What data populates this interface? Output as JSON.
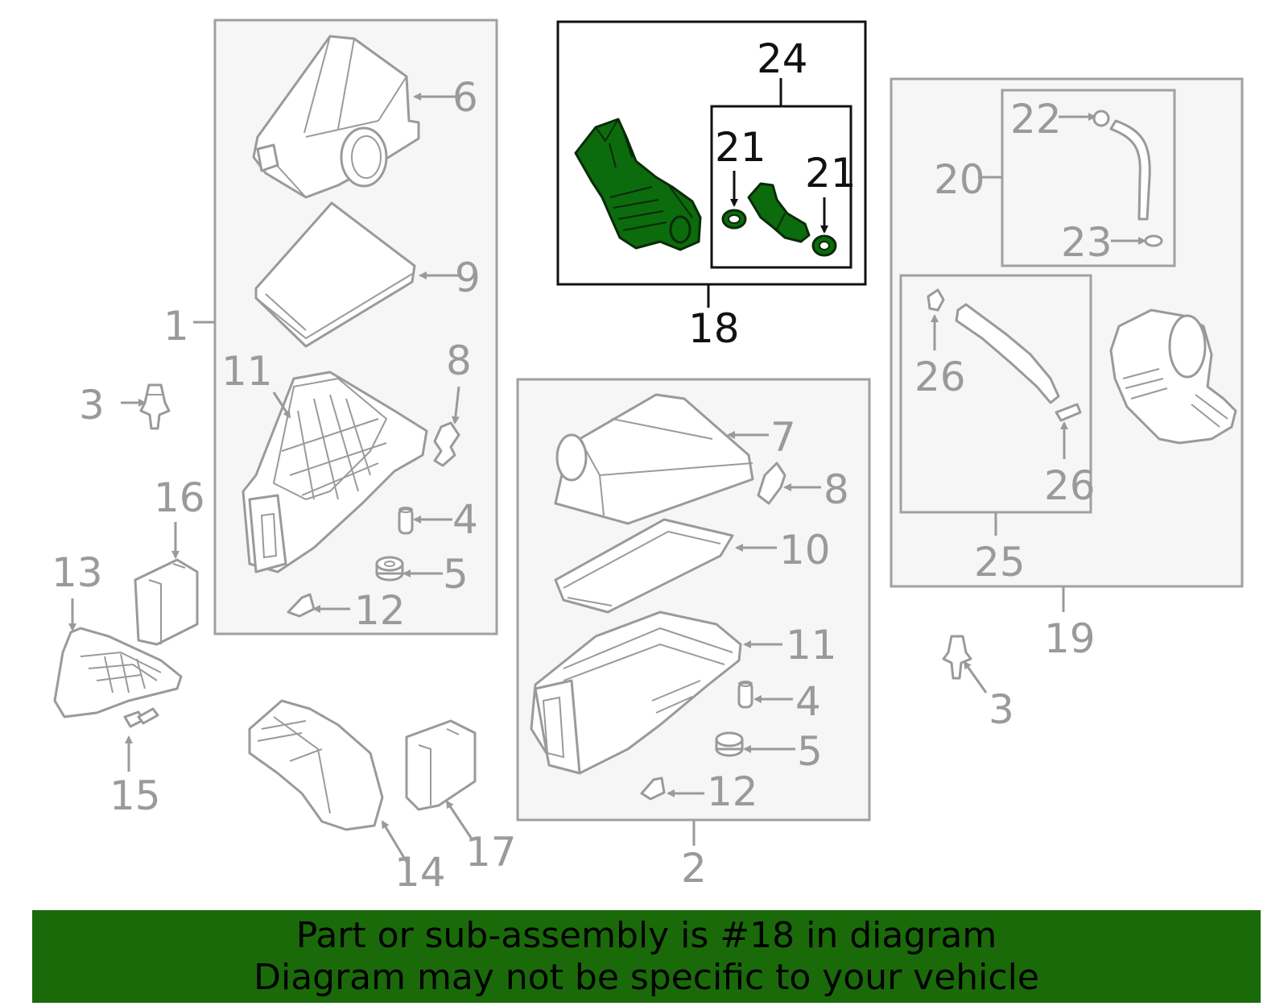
{
  "callouts": {
    "n1": "1",
    "n2": "2",
    "n3a": "3",
    "n3b": "3",
    "n4a": "4",
    "n4b": "4",
    "n5a": "5",
    "n5b": "5",
    "n6": "6",
    "n7": "7",
    "n8a": "8",
    "n8b": "8",
    "n9": "9",
    "n10": "10",
    "n11a": "11",
    "n11b": "11",
    "n12a": "12",
    "n12b": "12",
    "n13": "13",
    "n14": "14",
    "n15": "15",
    "n16": "16",
    "n17": "17",
    "n18": "18",
    "n19": "19",
    "n20": "20",
    "n21a": "21",
    "n21b": "21",
    "n22": "22",
    "n23": "23",
    "n24": "24",
    "n25": "25",
    "n26a": "26",
    "n26b": "26"
  },
  "banner": {
    "line1": "Part or sub-assembly is #18 in diagram",
    "line2": "Diagram may not be specific to your vehicle"
  },
  "colors": {
    "highlight_green": "#0c6b0c",
    "banner_green": "#1a6a0a",
    "part_gray": "#9a9a9a"
  }
}
